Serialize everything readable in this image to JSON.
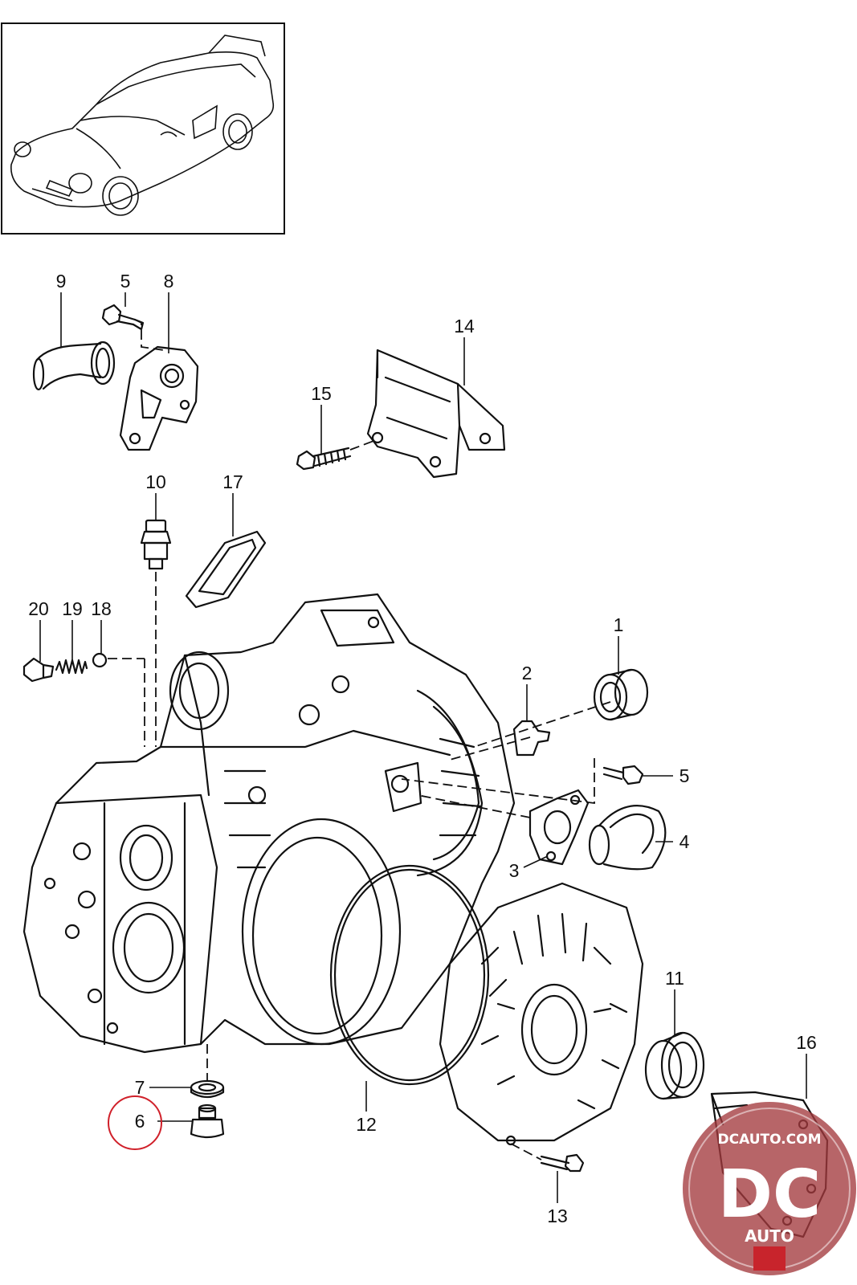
{
  "diagram": {
    "callouts": [
      {
        "id": "c1",
        "label": "1"
      },
      {
        "id": "c2",
        "label": "2"
      },
      {
        "id": "c3",
        "label": "3"
      },
      {
        "id": "c4",
        "label": "4"
      },
      {
        "id": "c5a",
        "label": "5"
      },
      {
        "id": "c5b",
        "label": "5"
      },
      {
        "id": "c6",
        "label": "6"
      },
      {
        "id": "c7",
        "label": "7"
      },
      {
        "id": "c8",
        "label": "8"
      },
      {
        "id": "c9",
        "label": "9"
      },
      {
        "id": "c10",
        "label": "10"
      },
      {
        "id": "c11",
        "label": "11"
      },
      {
        "id": "c12",
        "label": "12"
      },
      {
        "id": "c13",
        "label": "13"
      },
      {
        "id": "c14",
        "label": "14"
      },
      {
        "id": "c15",
        "label": "15"
      },
      {
        "id": "c16",
        "label": "16"
      },
      {
        "id": "c17",
        "label": "17"
      },
      {
        "id": "c18",
        "label": "18"
      },
      {
        "id": "c19",
        "label": "19"
      },
      {
        "id": "c20",
        "label": "20"
      }
    ],
    "highlighted_callout": "6",
    "highlight_color": "#d0202a",
    "watermark": {
      "url_text": "DCAUTO.COM",
      "logo_text": "DC",
      "sub_text": "AUTO"
    }
  }
}
